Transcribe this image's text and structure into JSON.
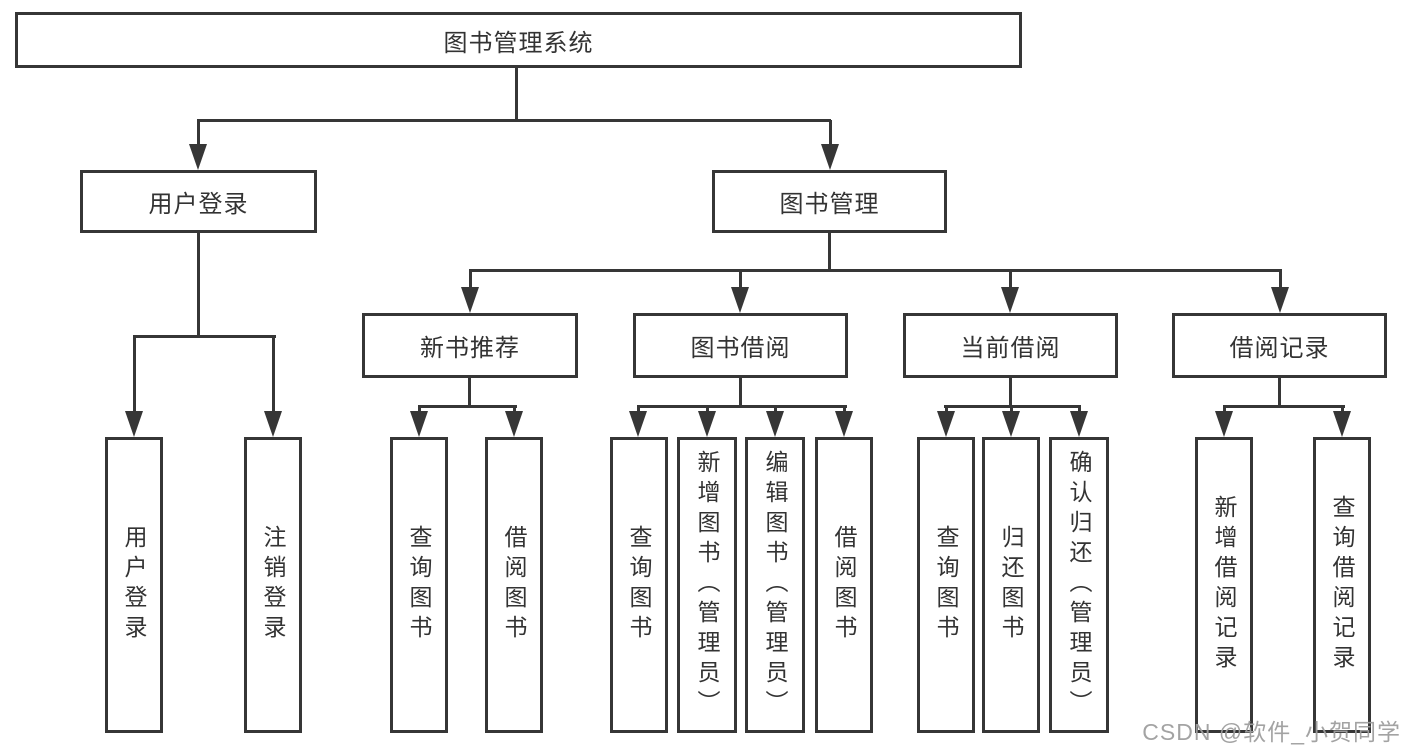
{
  "tree": {
    "label": "图书管理系统",
    "children": [
      {
        "label": "用户登录",
        "children": [
          {
            "label": "用户登录"
          },
          {
            "label": "注销登录"
          }
        ]
      },
      {
        "label": "图书管理",
        "children": [
          {
            "label": "新书推荐",
            "children": [
              {
                "label": "查询图书"
              },
              {
                "label": "借阅图书"
              }
            ]
          },
          {
            "label": "图书借阅",
            "children": [
              {
                "label": "查询图书"
              },
              {
                "label": "新增图书（管理员）"
              },
              {
                "label": "编辑图书（管理员）"
              },
              {
                "label": "借阅图书"
              }
            ]
          },
          {
            "label": "当前借阅",
            "children": [
              {
                "label": "查询图书"
              },
              {
                "label": "归还图书"
              },
              {
                "label": "确认归还（管理员）"
              }
            ]
          },
          {
            "label": "借阅记录",
            "children": [
              {
                "label": "新增借阅记录"
              },
              {
                "label": "查询借阅记录"
              }
            ]
          }
        ]
      }
    ]
  },
  "watermark": "CSDN @软件_小贺同学",
  "colors": {
    "line": "#363636",
    "text": "#333333",
    "watermark": "#9e9e9e",
    "background": "#ffffff"
  }
}
